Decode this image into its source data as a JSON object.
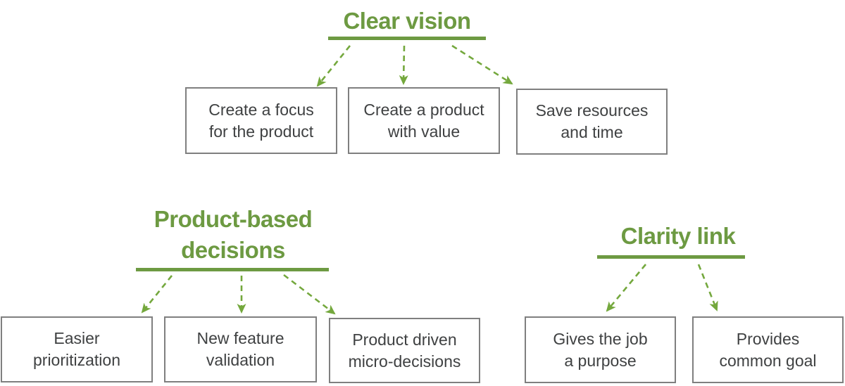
{
  "colors": {
    "green": "#6d9a42",
    "arrow_green": "#74a83d",
    "box_border": "#7f7f7f",
    "text_dark": "#3f4142",
    "background": "#ffffff"
  },
  "groups": [
    {
      "id": "clear-vision",
      "title_lines": [
        "Clear vision"
      ],
      "boxes": [
        {
          "lines": [
            "Create a focus",
            "for the product"
          ]
        },
        {
          "lines": [
            "Create a product",
            "with value"
          ]
        },
        {
          "lines": [
            "Save resources",
            "and time"
          ]
        }
      ]
    },
    {
      "id": "product-based-decisions",
      "title_lines": [
        "Product-based",
        "decisions"
      ],
      "boxes": [
        {
          "lines": [
            "Easier",
            "prioritization"
          ]
        },
        {
          "lines": [
            "New feature",
            "validation"
          ]
        },
        {
          "lines": [
            "Product driven",
            "micro-decisions"
          ]
        }
      ]
    },
    {
      "id": "clarity-link",
      "title_lines": [
        "Clarity link"
      ],
      "boxes": [
        {
          "lines": [
            "Gives the job",
            "a purpose"
          ]
        },
        {
          "lines": [
            "Provides",
            "common goal"
          ]
        }
      ]
    }
  ]
}
